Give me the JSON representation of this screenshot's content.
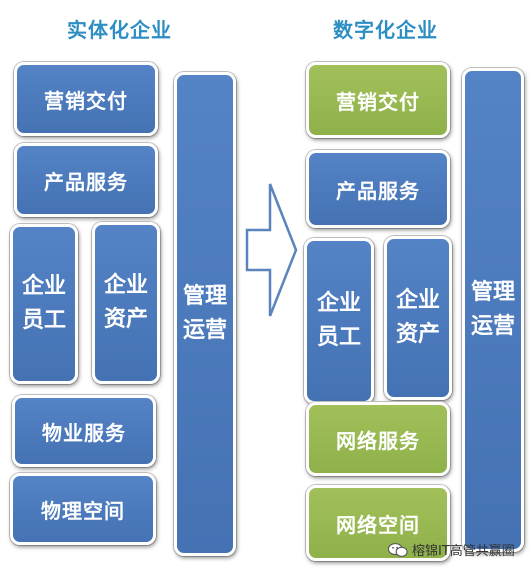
{
  "left": {
    "title": "实体化企业",
    "marketing": "营销交付",
    "product": "产品服务",
    "employee": "企业员工",
    "assets": "企业资产",
    "property": "物业服务",
    "space": "物理空间",
    "management": "管理运营"
  },
  "right": {
    "title": "数字化企业",
    "marketing": "营销交付",
    "product": "产品服务",
    "employee": "企业员工",
    "assets": "企业资产",
    "network_service": "网络服务",
    "network_space": "网络空间",
    "management": "管理运营"
  },
  "watermark": "榕锦IT高管共赢圈",
  "colors": {
    "title": "#2d8ec4",
    "blue_box": "#4a78bb",
    "green_box": "#97b752"
  }
}
